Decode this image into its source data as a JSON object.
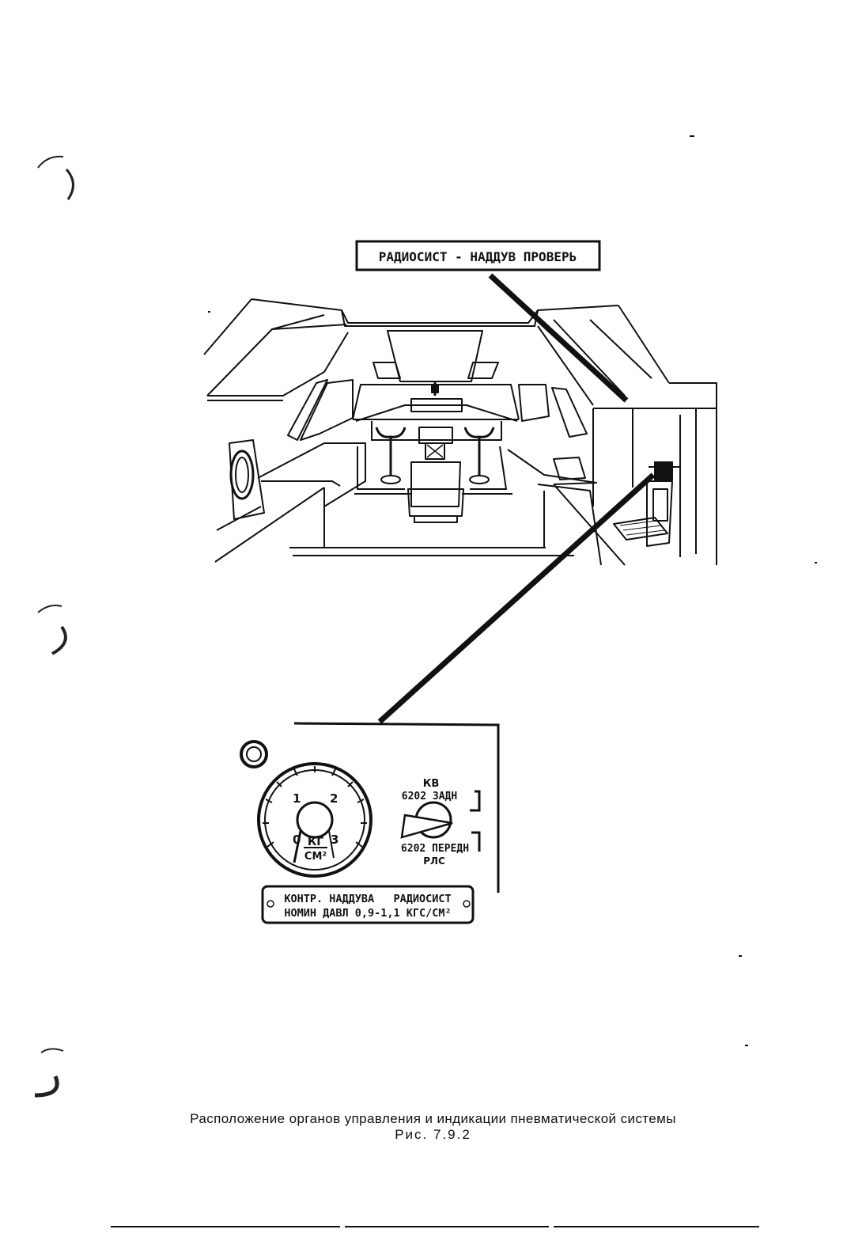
{
  "placard_top": {
    "text": "РАДИОСИСТ - НАДДУВ ПРОВЕРЬ"
  },
  "panel": {
    "gauge": {
      "scale": [
        "0",
        "1",
        "2",
        "3"
      ],
      "unit_top": "КГ",
      "unit_bottom": "СМ²"
    },
    "selector": {
      "line1": "КВ",
      "line2": "6202 ЗАДН",
      "line3": "6202 ПЕРЕДН",
      "line4": "РЛС"
    },
    "placard": {
      "line1": "КОНТР. НАДДУВА   РАДИОСИСТ",
      "line2": "НОМИН ДАВЛ 0,9-1,1 КГС/СМ²"
    }
  },
  "caption": {
    "title": "Расположение органов управления и индикации пневматической системы",
    "figure": "Рис. 7.9.2"
  }
}
